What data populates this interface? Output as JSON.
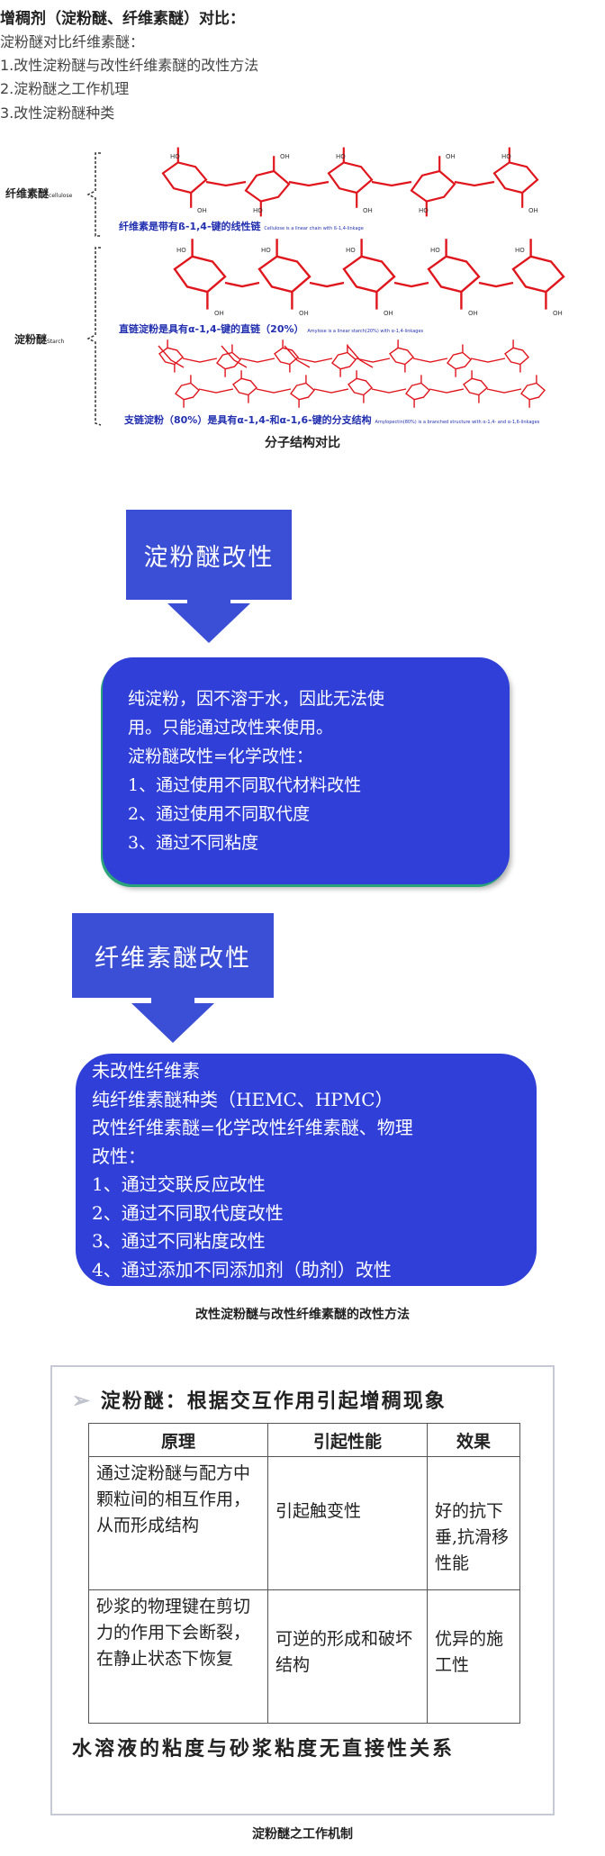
{
  "heading": "增稠剂（淀粉醚、纤维素醚）对比：",
  "intro": {
    "lines": [
      "淀粉醚对比纤维素醚：",
      "1.改性淀粉醚与改性纤维素醚的改性方法",
      "2.淀粉醚之工作机理",
      "3.改性淀粉醚种类"
    ]
  },
  "molecule_figure": {
    "cellulose_label": "纤维素醚",
    "cellulose_label_small": "cellulose",
    "cellulose_note": "纤维素是带有ß-1,4-键的线性链",
    "cellulose_note_small": "Cellulose is a linear chain with ß-1,4-linkage",
    "starch_label": "淀粉醚",
    "starch_label_small": "Starch",
    "amylose_note": "直链淀粉是具有α-1,4-键的直链（20%）",
    "amylose_note_small": "Amylose is a linear starch(20%) with α-1,4-linkages",
    "amylopectin_note": "支链淀粉（80%）是具有α-1,4-和α-1,6-键的分支结构",
    "amylopectin_note_small": "Amylopectin(80%) is a branched structure with α-1,4- and α-1,6-linkages",
    "ring_label_oh": "OH",
    "ring_label_ho": "HO",
    "caption": "分子结构对比"
  },
  "starch_modification": {
    "title": "淀粉醚改性",
    "lines": [
      "纯淀粉，因不溶于水，因此无法使",
      "用。只能通过改性来使用。",
      "淀粉醚改性=化学改性：",
      "1、通过使用不同取代材料改性",
      "2、通过使用不同取代度",
      "3、通过不同粘度"
    ]
  },
  "cellulose_modification": {
    "title": "纤维素醚改性",
    "lines": [
      "未改性纤维素",
      "纯纤维素醚种类（HEMC、HPMC）",
      "改性纤维素醚=化学改性纤维素醚、物理",
      "改性：",
      "1、通过交联反应改性",
      "2、通过不同取代度改性",
      "3、通过不同粘度改性",
      "4、通过添加不同添加剂（助剂）改性"
    ],
    "caption": "改性淀粉醚与改性纤维素醚的改性方法"
  },
  "mechanism": {
    "bullet": "➢",
    "title": "淀粉醚：根据交互作用引起增稠现象",
    "headers": [
      "原理",
      "引起性能",
      "效果"
    ],
    "rows": [
      [
        "通过淀粉醚与配方中颗粒间的相互作用，从而形成结构",
        "引起触变性",
        "好的抗下垂,抗滑移性能"
      ],
      [
        "砂浆的物理键在剪切力的作用下会断裂，在静止状态下恢复",
        "可逆的形成和破坏结构",
        "优异的施工性"
      ]
    ],
    "note": "水溶液的粘度与砂浆粘度无直接性关系",
    "caption": "淀粉醚之工作机制"
  },
  "colors": {
    "blue_fill": "#3a4fd6",
    "box_fill": "#2f3fd8",
    "molecule_red": "#e0161d",
    "note_blue": "#2230b0"
  }
}
